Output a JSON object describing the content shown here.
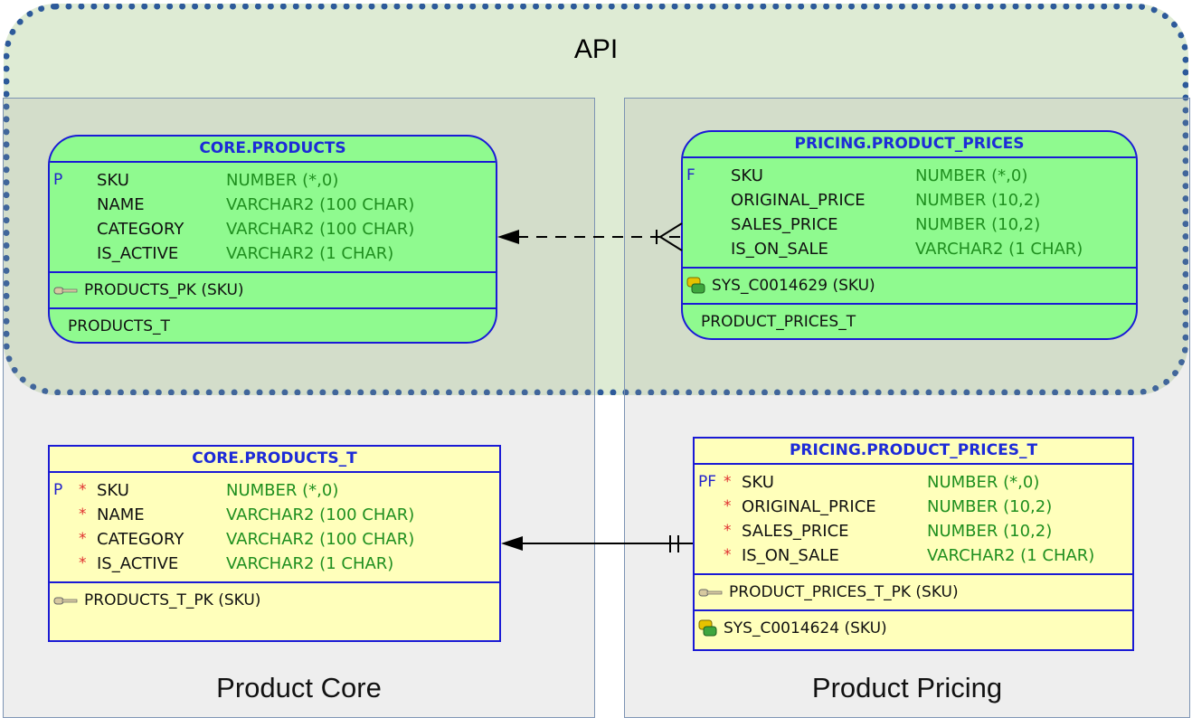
{
  "api": {
    "label": "API"
  },
  "areas": {
    "core": {
      "label": "Product Core"
    },
    "pricing": {
      "label": "Product Pricing"
    }
  },
  "tables": {
    "core_products": {
      "title": "CORE.PRODUCTS",
      "columns": [
        {
          "flag": "P",
          "required": "",
          "name": "SKU",
          "type": "NUMBER (*,0)"
        },
        {
          "flag": "",
          "required": "",
          "name": "NAME",
          "type": "VARCHAR2 (100 CHAR)"
        },
        {
          "flag": "",
          "required": "",
          "name": "CATEGORY",
          "type": "VARCHAR2 (100 CHAR)"
        },
        {
          "flag": "",
          "required": "",
          "name": "IS_ACTIVE",
          "type": "VARCHAR2 (1 CHAR)"
        }
      ],
      "keys": [
        "PRODUCTS_PK (SKU)"
      ],
      "footer": "PRODUCTS_T"
    },
    "pricing_product_prices": {
      "title": "PRICING.PRODUCT_PRICES",
      "columns": [
        {
          "flag": "F",
          "required": "",
          "name": "SKU",
          "type": "NUMBER (*,0)"
        },
        {
          "flag": "",
          "required": "",
          "name": "ORIGINAL_PRICE",
          "type": "NUMBER (10,2)"
        },
        {
          "flag": "",
          "required": "",
          "name": "SALES_PRICE",
          "type": "NUMBER (10,2)"
        },
        {
          "flag": "",
          "required": "",
          "name": "IS_ON_SALE",
          "type": "VARCHAR2 (1 CHAR)"
        }
      ],
      "keys": [
        "SYS_C0014629 (SKU)"
      ],
      "footer": "PRODUCT_PRICES_T"
    },
    "core_products_t": {
      "title": "CORE.PRODUCTS_T",
      "columns": [
        {
          "flag": "P",
          "required": "*",
          "name": "SKU",
          "type": "NUMBER (*,0)"
        },
        {
          "flag": "",
          "required": "*",
          "name": "NAME",
          "type": "VARCHAR2 (100 CHAR)"
        },
        {
          "flag": "",
          "required": "*",
          "name": "CATEGORY",
          "type": "VARCHAR2 (100 CHAR)"
        },
        {
          "flag": "",
          "required": "*",
          "name": "IS_ACTIVE",
          "type": "VARCHAR2 (1 CHAR)"
        }
      ],
      "keys": [
        "PRODUCTS_T_PK (SKU)"
      ]
    },
    "pricing_product_prices_t": {
      "title": "PRICING.PRODUCT_PRICES_T",
      "columns": [
        {
          "flag": "PF",
          "required": "*",
          "name": "SKU",
          "type": "NUMBER (*,0)"
        },
        {
          "flag": "",
          "required": "*",
          "name": "ORIGINAL_PRICE",
          "type": "NUMBER (10,2)"
        },
        {
          "flag": "",
          "required": "*",
          "name": "SALES_PRICE",
          "type": "NUMBER (10,2)"
        },
        {
          "flag": "",
          "required": "*",
          "name": "IS_ON_SALE",
          "type": "VARCHAR2 (1 CHAR)"
        }
      ],
      "keys": [
        "PRODUCT_PRICES_T_PK (SKU)",
        "SYS_C0014624 (SKU)"
      ]
    }
  },
  "colors": {
    "view_fill": "#8ffa8f",
    "table_fill": "#ffffbb",
    "border": "#1a1ad6",
    "title_text": "#1d2bd8",
    "type_text": "#1f8f1f",
    "required_mark": "#e03030",
    "api_border": "#2d5a9a"
  }
}
